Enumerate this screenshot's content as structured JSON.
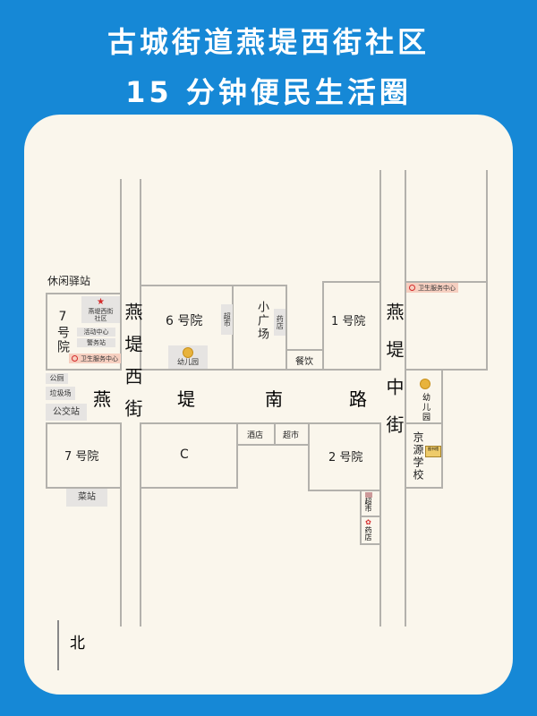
{
  "header": {
    "title_line1": "古城街道燕堤西街社区",
    "title_line2": "15 分钟便民生活圈"
  },
  "roads": {
    "west": "燕堤西街",
    "middle": "燕堤中街",
    "south_road": [
      "燕",
      "堤",
      "南",
      "路"
    ]
  },
  "places": {
    "rest_station": "休闲驿站",
    "yard7_top": "7号院",
    "community": "燕堤西街社区",
    "activity_center": "活动中心",
    "police": "警务站",
    "health_center": "卫生服务中心",
    "toilet": "公厕",
    "garbage": "垃圾场",
    "bus_stop": "公交站",
    "yard6": "6 号院",
    "supermarket": "超市",
    "kindergarten": "幼儿园",
    "square": "小广场",
    "pharmacy": "药店",
    "dining": "餐饮",
    "yard1": "1 号院",
    "yard7_bottom": "7 号院",
    "vegetable": "菜站",
    "block_c": "C",
    "hotel": "酒店",
    "yard2": "2 号院",
    "school": "京源学校",
    "library": "图书馆"
  },
  "compass": "北",
  "colors": {
    "background": "#1688d6",
    "card": "#faf6ec",
    "line": "#b3b1ac",
    "star": "#d42a2a",
    "health": "#f6cfc0"
  }
}
